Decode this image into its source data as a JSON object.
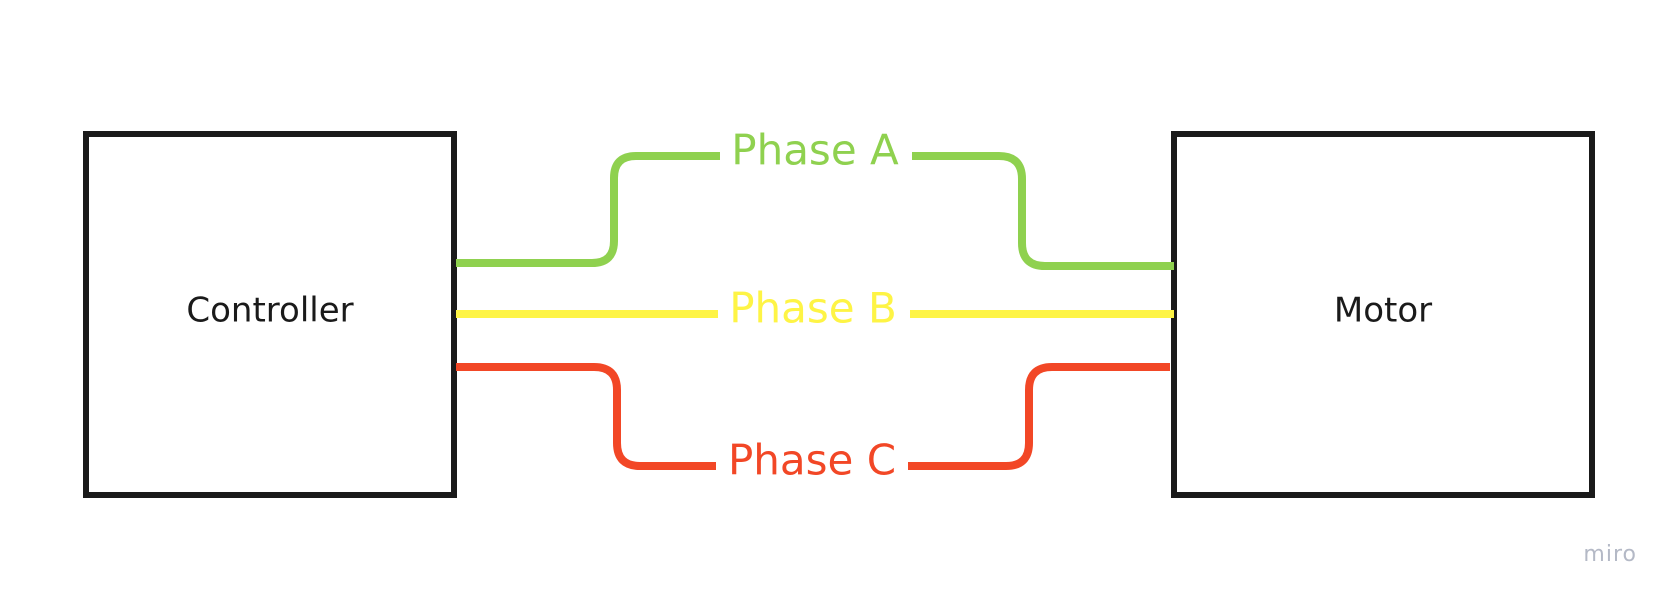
{
  "nodes": {
    "controller": {
      "label": "Controller"
    },
    "motor": {
      "label": "Motor"
    }
  },
  "wires": {
    "phase_a": {
      "label": "Phase A",
      "color": "#8fd14f"
    },
    "phase_b": {
      "label": "Phase B",
      "color": "#fef445"
    },
    "phase_c": {
      "label": "Phase C",
      "color": "#f24726"
    }
  },
  "colors": {
    "box_stroke": "#1a1a1a",
    "watermark": "#b4b9c6"
  },
  "watermark": {
    "text": "miro"
  }
}
